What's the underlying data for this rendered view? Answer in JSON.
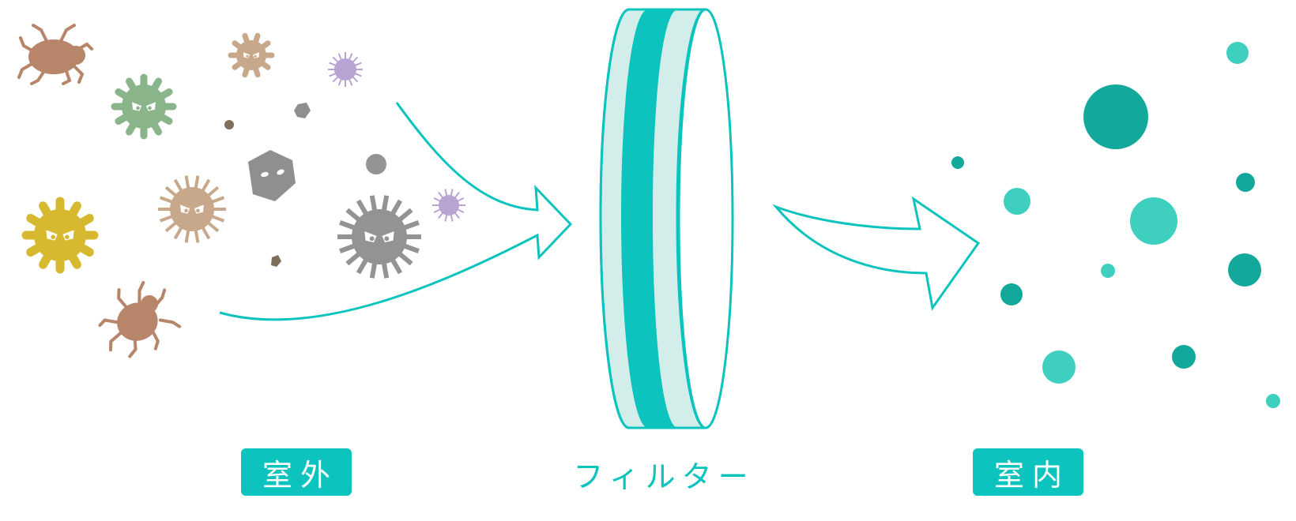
{
  "labels": {
    "outdoor": "室外",
    "filter": "フィルター",
    "indoor": "室内"
  },
  "colors": {
    "teal": "#0cc4bd",
    "teal_light": "#d3eeea",
    "teal_dark": "#12a89c",
    "teal_mid": "#3fcfbf",
    "mite": "#b7856a",
    "virus_green": "#8ab58a",
    "virus_yellow": "#d6b92e",
    "virus_tan": "#c7a88a",
    "virus_gray": "#939393",
    "virus_purple": "#b9a3d3",
    "dust_brown": "#7e7058"
  },
  "icons": {
    "mite": "mite-icon",
    "virus": "virus-icon",
    "dust": "dust-particle-icon",
    "arrow": "arrow-icon",
    "filter": "filter-disc-icon",
    "clean_particle": "clean-air-particle-icon"
  }
}
